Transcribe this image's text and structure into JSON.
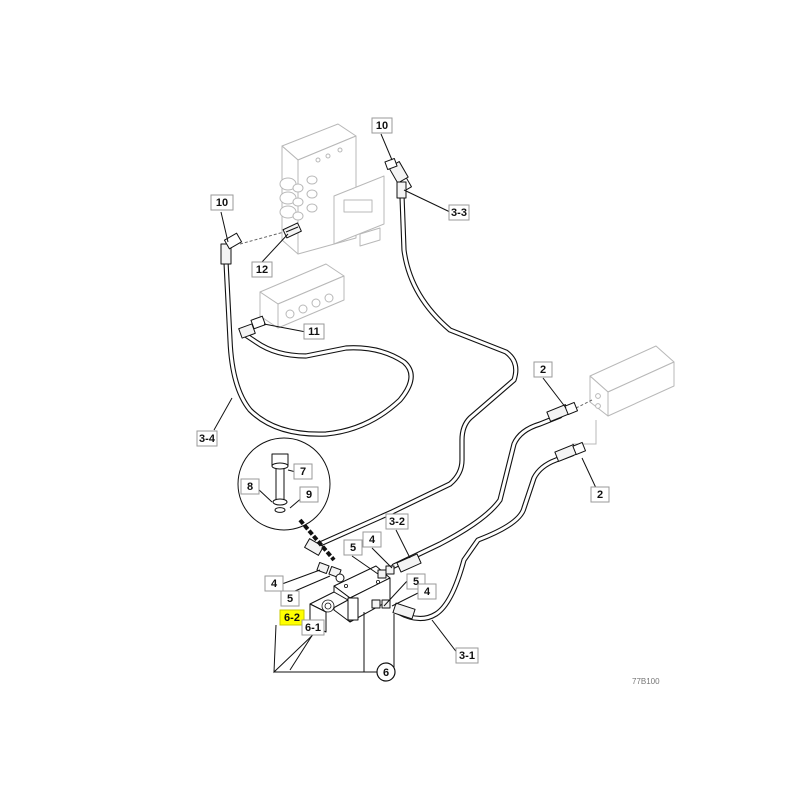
{
  "diagram": {
    "callouts": [
      {
        "id": "c-10a",
        "label": "10",
        "highlighted": false
      },
      {
        "id": "c-10b",
        "label": "10",
        "highlighted": false
      },
      {
        "id": "c-3-3",
        "label": "3-3",
        "highlighted": false
      },
      {
        "id": "c-12",
        "label": "12",
        "highlighted": false
      },
      {
        "id": "c-11",
        "label": "11",
        "highlighted": false
      },
      {
        "id": "c-2a",
        "label": "2",
        "highlighted": false
      },
      {
        "id": "c-2b",
        "label": "2",
        "highlighted": false
      },
      {
        "id": "c-3-4",
        "label": "3-4",
        "highlighted": false
      },
      {
        "id": "c-7",
        "label": "7",
        "highlighted": false
      },
      {
        "id": "c-8",
        "label": "8",
        "highlighted": false
      },
      {
        "id": "c-9",
        "label": "9",
        "highlighted": false
      },
      {
        "id": "c-3-2",
        "label": "3-2",
        "highlighted": false
      },
      {
        "id": "c-5a",
        "label": "5",
        "highlighted": false
      },
      {
        "id": "c-4a",
        "label": "4",
        "highlighted": false
      },
      {
        "id": "c-4b",
        "label": "4",
        "highlighted": false
      },
      {
        "id": "c-5b",
        "label": "5",
        "highlighted": false
      },
      {
        "id": "c-5c",
        "label": "5",
        "highlighted": false
      },
      {
        "id": "c-4c",
        "label": "4",
        "highlighted": false
      },
      {
        "id": "c-6-2",
        "label": "6-2",
        "highlighted": true
      },
      {
        "id": "c-6-1",
        "label": "6-1",
        "highlighted": false
      },
      {
        "id": "c-3-1",
        "label": "3-1",
        "highlighted": false
      },
      {
        "id": "c-6",
        "label": "6",
        "highlighted": false
      }
    ],
    "reference_code": "77B100",
    "colors": {
      "highlight": "#ffff00",
      "ink": "#111111",
      "faint": "#b8b8b8"
    }
  }
}
